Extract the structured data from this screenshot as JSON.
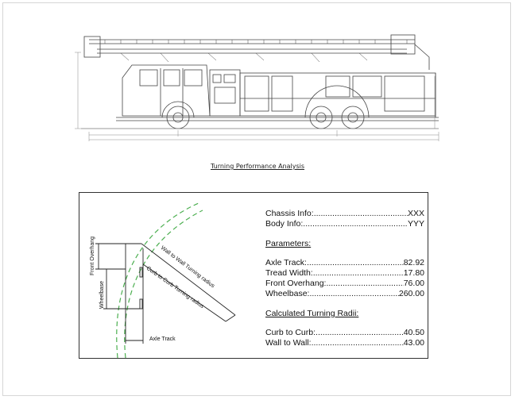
{
  "section_title": "Turning Performance Analysis",
  "chassis": {
    "label": "Chassis Info:",
    "value": "XXX"
  },
  "body": {
    "label": "Body Info:",
    "value": "YYY"
  },
  "parameters_heading": "Parameters:",
  "parameters": [
    {
      "label": "Axle Track:",
      "value": "82.92"
    },
    {
      "label": "Tread Width:",
      "value": "17.80"
    },
    {
      "label": "Front Overhang:",
      "value": "76.00"
    },
    {
      "label": "Wheelbase:",
      "value": "260.00"
    }
  ],
  "radii_heading": "Calculated Turning Radii:",
  "radii": [
    {
      "label": "Curb to Curb:",
      "value": "40.50"
    },
    {
      "label": "Wall to Wall:",
      "value": "43.00"
    }
  ],
  "diagram_labels": {
    "front_overhang": "Front Overhang",
    "wheelbase": "Wheelbase",
    "wall_to_wall": "Wall to Wall Turning radius",
    "curb_to_curb": "Curb to Curb Turning radius",
    "axle_track": "Axle Track"
  },
  "colors": {
    "turn_arc": "#4caf50",
    "line": "#222222"
  }
}
